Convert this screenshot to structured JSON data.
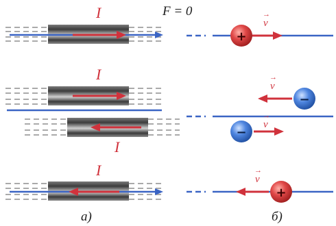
{
  "force_label": "F = 0",
  "current_symbol": "I",
  "velocity_symbol": "v",
  "panel_labels": {
    "a": "а)",
    "b": "б)"
  },
  "charges": {
    "positive": "+",
    "negative": "−"
  },
  "colors": {
    "arrow": "#d0323c",
    "axis": "#3a64c4",
    "positive": "#d84040",
    "negative": "#3d78d6"
  }
}
